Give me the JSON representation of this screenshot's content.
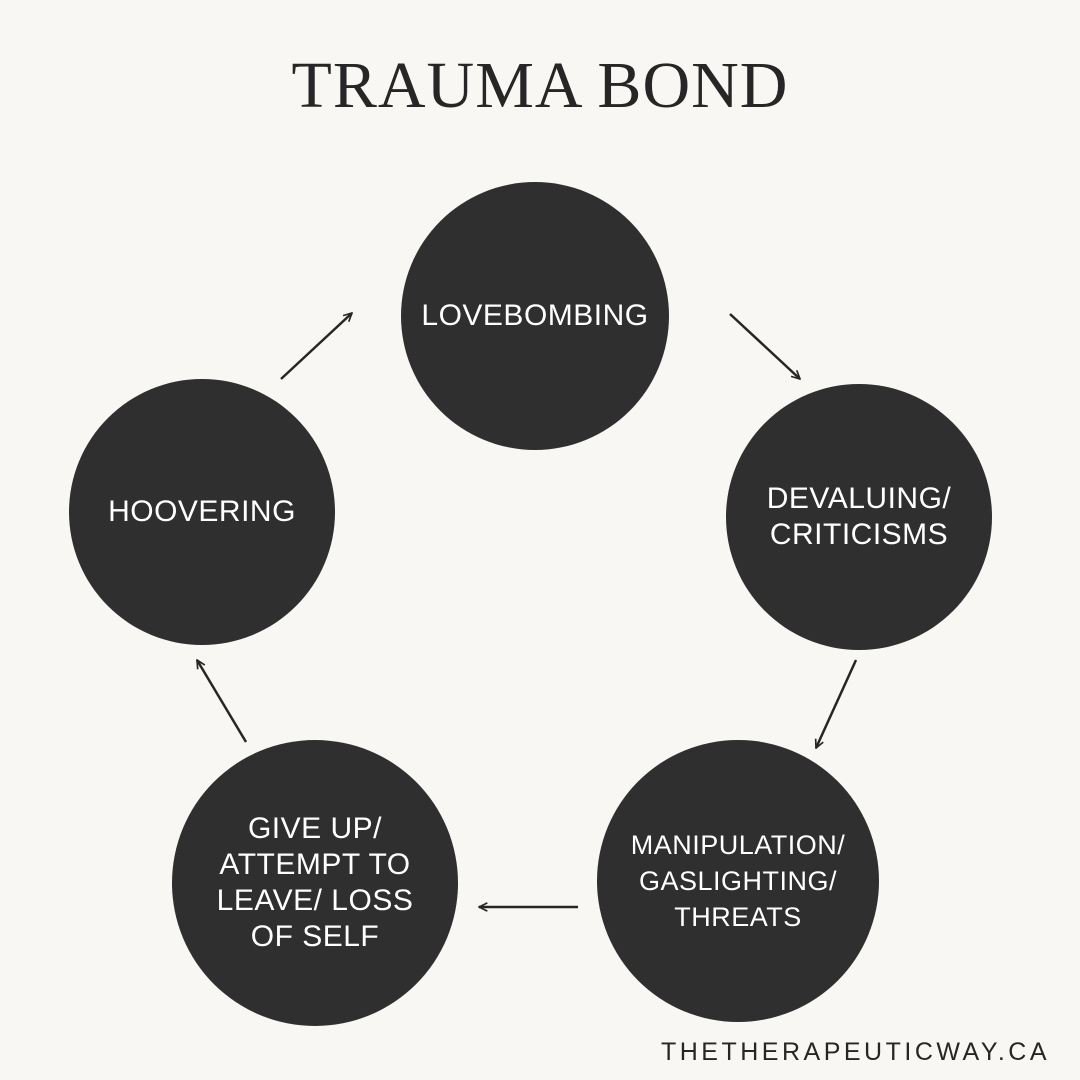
{
  "title": "TRAUMA BOND",
  "nodes": [
    {
      "id": "lovebombing",
      "lines": [
        "LOVEBOMBING"
      ]
    },
    {
      "id": "devaluing",
      "lines": [
        "DEVALUING/",
        "CRITICISMS"
      ]
    },
    {
      "id": "manipulation",
      "lines": [
        "MANIPULATION/",
        "GASLIGHTING/",
        "THREATS"
      ]
    },
    {
      "id": "giveup",
      "lines": [
        "GIVE UP/",
        "ATTEMPT TO",
        "LEAVE/ LOSS",
        "OF SELF"
      ]
    },
    {
      "id": "hoovering",
      "lines": [
        "HOOVERING"
      ]
    }
  ],
  "cycle_order": [
    "lovebombing",
    "devaluing",
    "manipulation",
    "giveup",
    "hoovering",
    "lovebombing"
  ],
  "footer": "THETHERAPEUTICWAY.CA",
  "colors": {
    "background": "#f8f7f3",
    "circle_fill": "#2f2f2f",
    "circle_text": "#ffffff",
    "title_text": "#262626",
    "arrow": "#262626"
  }
}
